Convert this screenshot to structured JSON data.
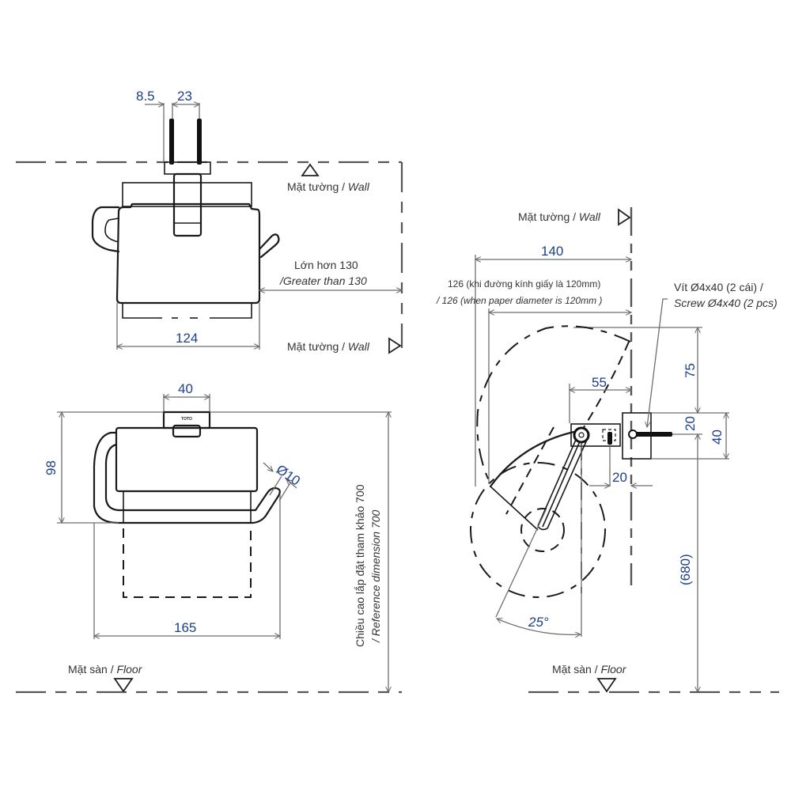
{
  "drawing": {
    "title": "Toilet paper holder – installation dimensions",
    "labels": {
      "wall_vi": "Mặt tường",
      "wall_en": "Wall",
      "floor_vi": "Mặt sàn",
      "floor_en": "Floor",
      "separator": " / ",
      "greater_vi": "Lớn hơn 130",
      "greater_en": "/Greater than 130",
      "ref_height_vi": "Chiều cao lắp đặt tham khảo 700",
      "ref_height_en": "/ Reference dimension 700",
      "paper_vi": "126 (khi đường kính giấy là 120mm)",
      "paper_en": "/ 126 (when  paper diameter is 120mm )",
      "screw_vi": "Vít Ø4x40 (2 cái) /",
      "screw_en": "Screw Ø4x40 (2 pcs)",
      "brand_mark": "TOTO"
    },
    "dimensions": {
      "screw_offset": "8.5",
      "screw_spacing": "23",
      "top_width": "124",
      "plate_width": "40",
      "height": "98",
      "bar_diameter": "Ø10",
      "overall_width": "165",
      "projection": "140",
      "pivot_depth": "55",
      "top_to_screw": "75",
      "screw_to_center": "20",
      "plate_height": "40",
      "bracket_gap": "20",
      "floor_height": "(680)",
      "tilt_angle": "25°"
    }
  }
}
